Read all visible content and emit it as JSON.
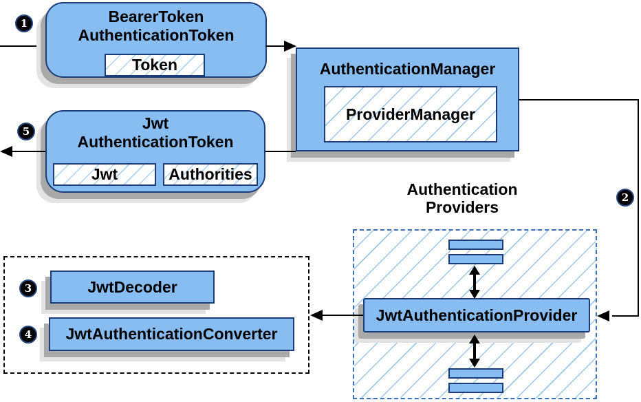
{
  "diagram": {
    "steps": {
      "step1": "1",
      "step2": "2",
      "step3": "3",
      "step4": "4",
      "step5": "5"
    },
    "bearer_token_node": {
      "title_line1": "BearerToken",
      "title_line2": "AuthenticationToken",
      "token_field": "Token"
    },
    "authentication_manager_node": {
      "title": "AuthenticationManager",
      "provider_manager_field": "ProviderManager"
    },
    "jwt_authentication_token_node": {
      "title_line1": "Jwt",
      "title_line2": "AuthenticationToken",
      "jwt_field": "Jwt",
      "authorities_field": "Authorities"
    },
    "authentication_providers_group": {
      "label_line1": "Authentication",
      "label_line2": "Providers",
      "provider_node": "JwtAuthenticationProvider"
    },
    "jwt_decoder_node": {
      "label": "JwtDecoder"
    },
    "jwt_authentication_converter_node": {
      "label": "JwtAuthenticationConverter"
    },
    "colors": {
      "node_fill": "#87BDF1",
      "node_border": "#1A3C78",
      "hatch_line": "#9EC6EA",
      "providers_dash_border": "#3C6EB4",
      "outer_dash_border": "#000000",
      "arrow": "#000000",
      "shadow_dark": "#A9A9A9",
      "shadow_light": "#E3E3E3",
      "badge_fill": "#000000",
      "badge_text": "#FFFFFF"
    }
  }
}
